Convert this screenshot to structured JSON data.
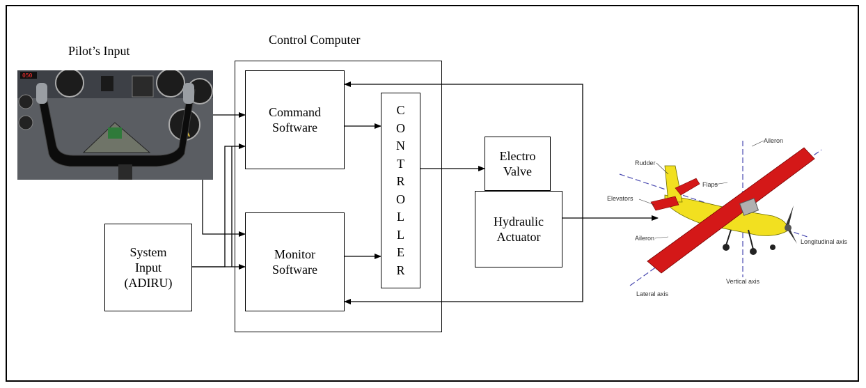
{
  "labels": {
    "pilot_input": "Pilot’s Input",
    "control_computer": "Control Computer"
  },
  "blocks": {
    "command_software": [
      "Command",
      "Software"
    ],
    "monitor_software": [
      "Monitor",
      "Software"
    ],
    "controller_letters": [
      "C",
      "O",
      "N",
      "T",
      "R",
      "O",
      "L",
      "L",
      "E",
      "R"
    ],
    "system_input": [
      "System",
      "Input",
      "(ADIRU)"
    ],
    "electro_valve": [
      "Electro",
      "Valve"
    ],
    "hydraulic_actuator": [
      "Hydraulic",
      "Actuator"
    ]
  },
  "airplane_labels": {
    "aileron_top": "Aileron",
    "rudder": "Rudder",
    "flaps": "Flaps",
    "elevators": "Elevators",
    "aileron_left": "Aileron",
    "longitudinal_axis": "Longitudinal axis",
    "vertical_axis": "Vertical axis",
    "lateral_axis": "Lateral axis"
  },
  "photo": {
    "display_readout": "050"
  }
}
